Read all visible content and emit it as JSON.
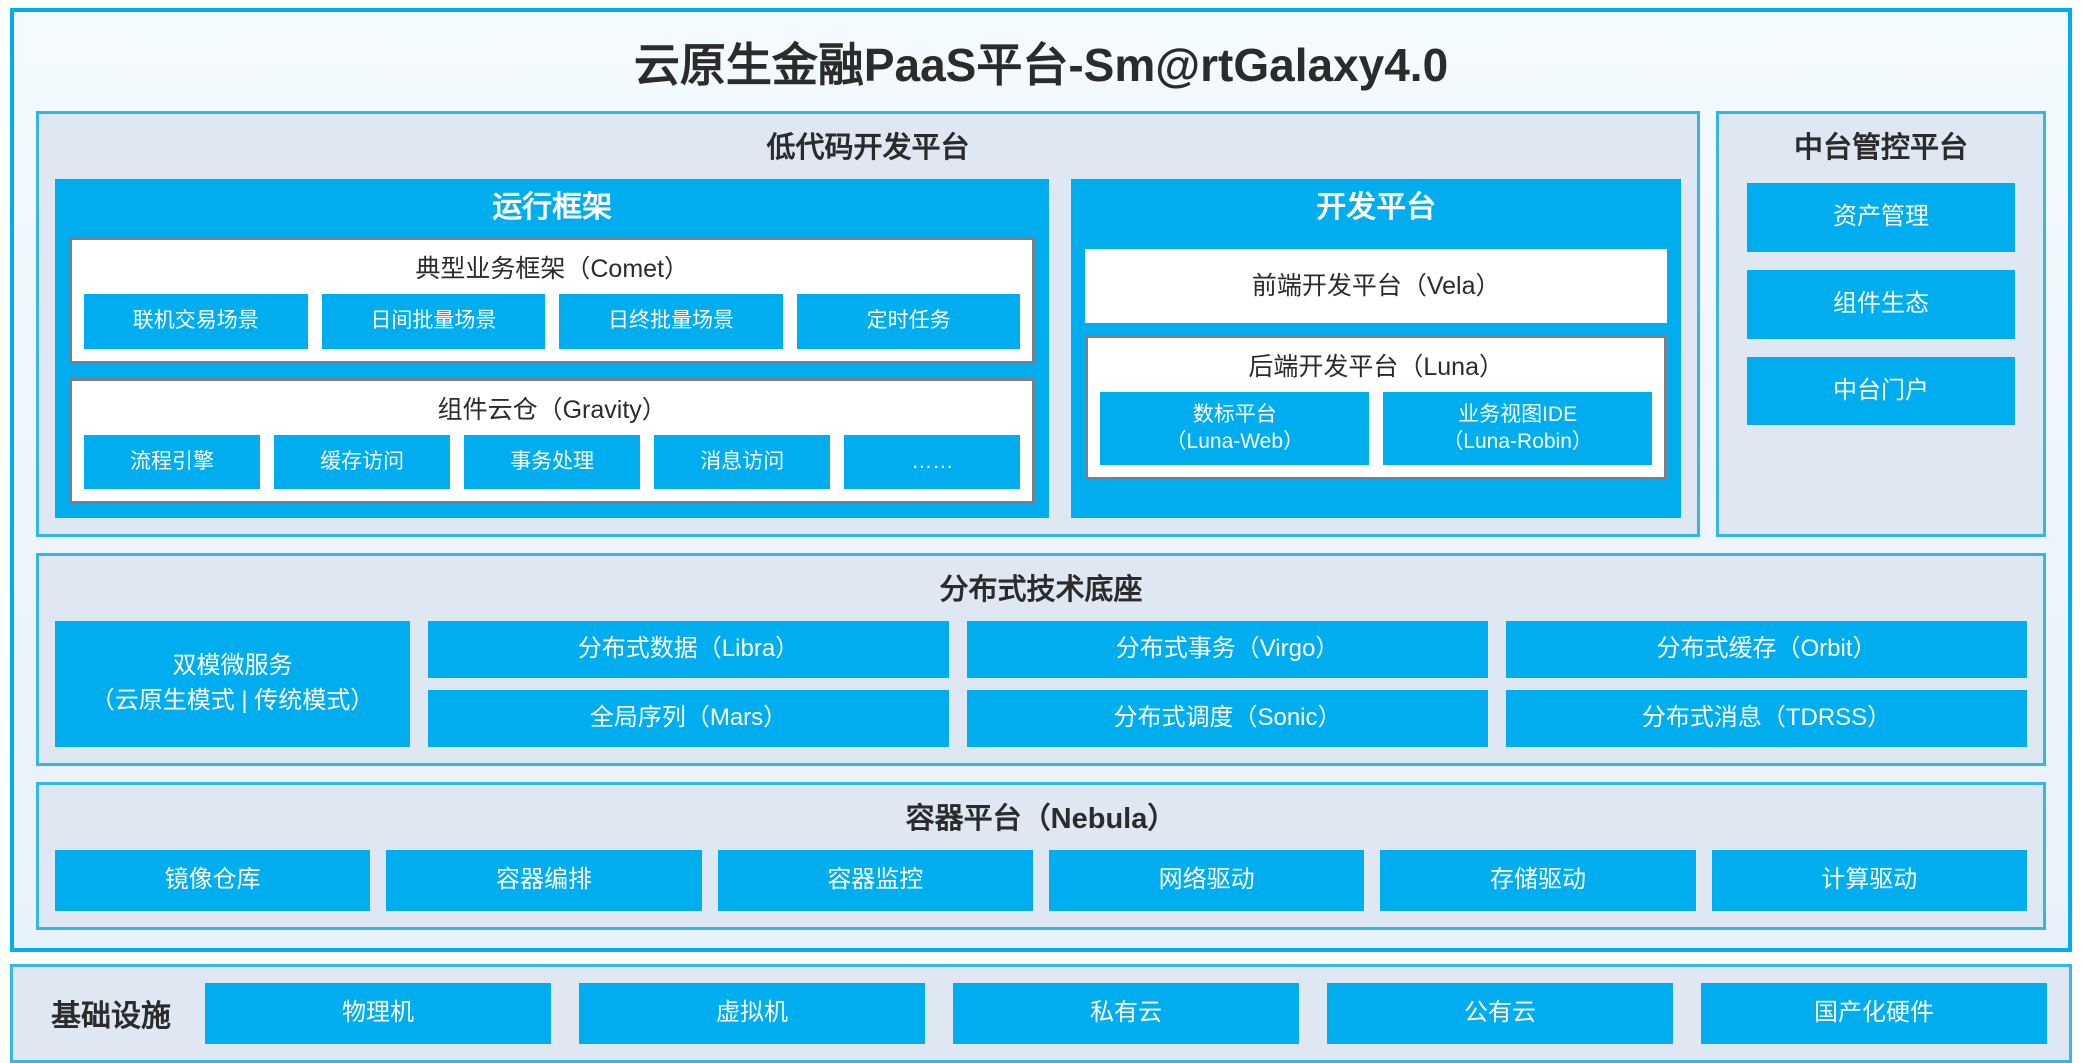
{
  "accent_color": "#00AEEF",
  "panel_bg_color": "#DEE7F2",
  "panel_border_color": "#34B6E8",
  "inner_border_color": "#74818E",
  "platform": {
    "title": "云原生金融PaaS平台-Sm@rtGalaxy4.0"
  },
  "lowcode": {
    "title": "低代码开发平台",
    "runtime": {
      "title": "运行框架",
      "comet": {
        "title": "典型业务框架（Comet）",
        "items": [
          "联机交易场景",
          "日间批量场景",
          "日终批量场景",
          "定时任务"
        ]
      },
      "gravity": {
        "title": "组件云仓（Gravity）",
        "items": [
          "流程引擎",
          "缓存访问",
          "事务处理",
          "消息访问",
          "……"
        ]
      }
    },
    "devplatform": {
      "title": "开发平台",
      "frontend": "前端开发平台（Vela）",
      "backend": {
        "title": "后端开发平台（Luna）",
        "items": [
          "数标平台\n（Luna-Web）",
          "业务视图IDE\n（Luna-Robin）"
        ]
      }
    }
  },
  "midoffice": {
    "title": "中台管控平台",
    "items": [
      "资产管理",
      "组件生态",
      "中台门户"
    ]
  },
  "distributed": {
    "title": "分布式技术底座",
    "microservice": "双模微服务\n（云原生模式 | 传统模式）",
    "columns": [
      [
        "分布式数据（Libra）",
        "全局序列（Mars）"
      ],
      [
        "分布式事务（Virgo）",
        "分布式调度（Sonic）"
      ],
      [
        "分布式缓存（Orbit）",
        "分布式消息（TDRSS）"
      ]
    ]
  },
  "container": {
    "title": "容器平台（Nebula）",
    "items": [
      "镜像仓库",
      "容器编排",
      "容器监控",
      "网络驱动",
      "存储驱动",
      "计算驱动"
    ]
  },
  "infrastructure": {
    "label": "基础设施",
    "items": [
      "物理机",
      "虚拟机",
      "私有云",
      "公有云",
      "国产化硬件"
    ]
  }
}
